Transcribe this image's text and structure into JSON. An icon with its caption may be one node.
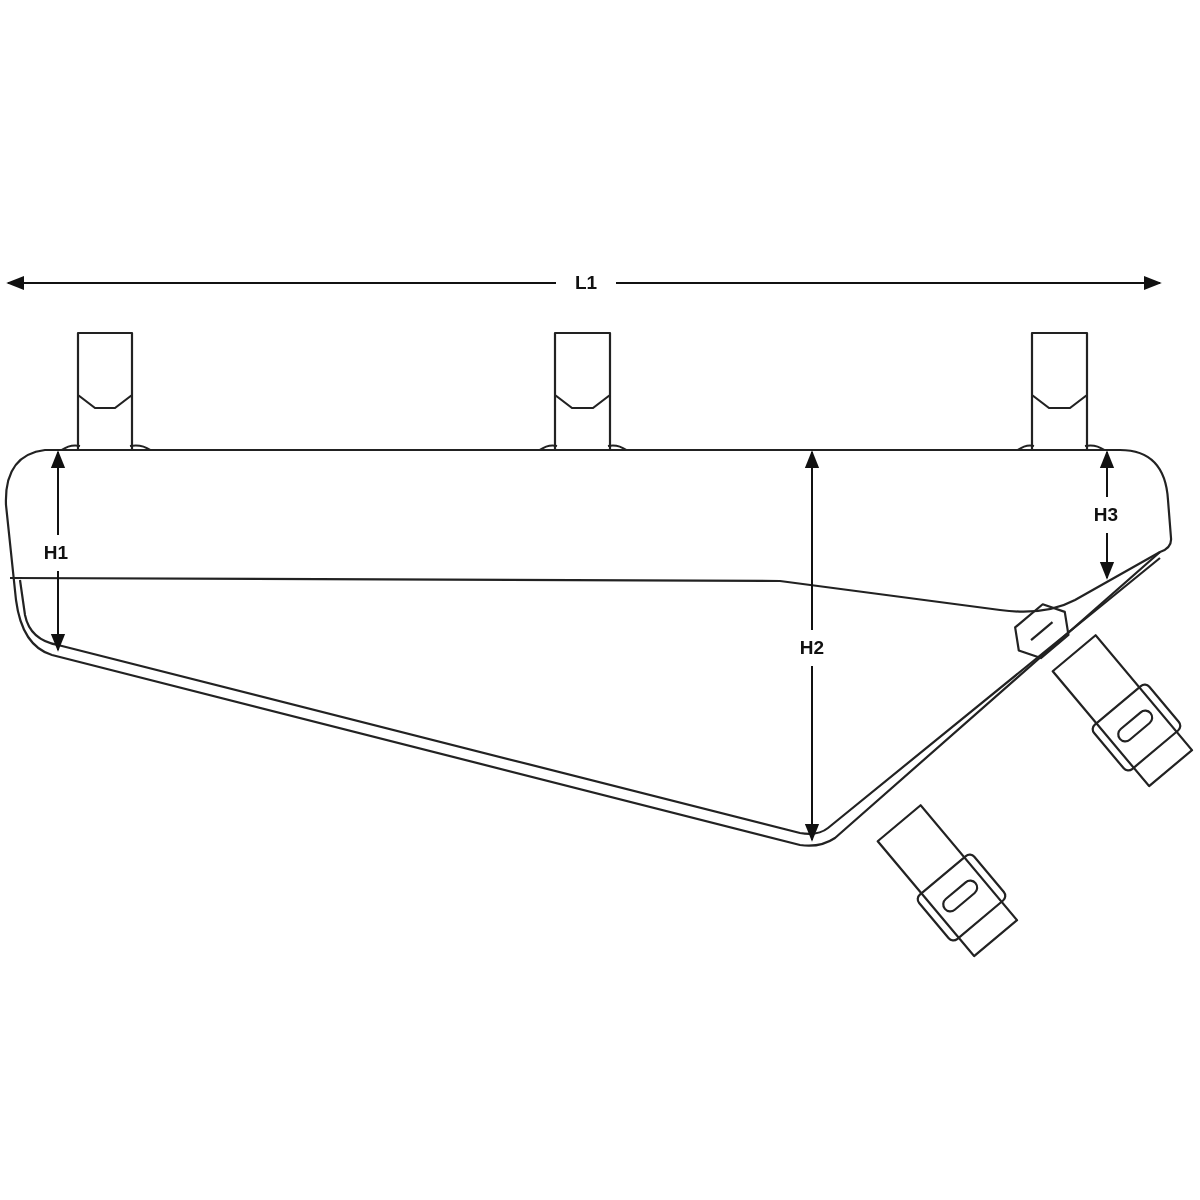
{
  "diagram": {
    "labels": [
      "L1",
      "H3",
      "H1",
      "H2"
    ]
  }
}
